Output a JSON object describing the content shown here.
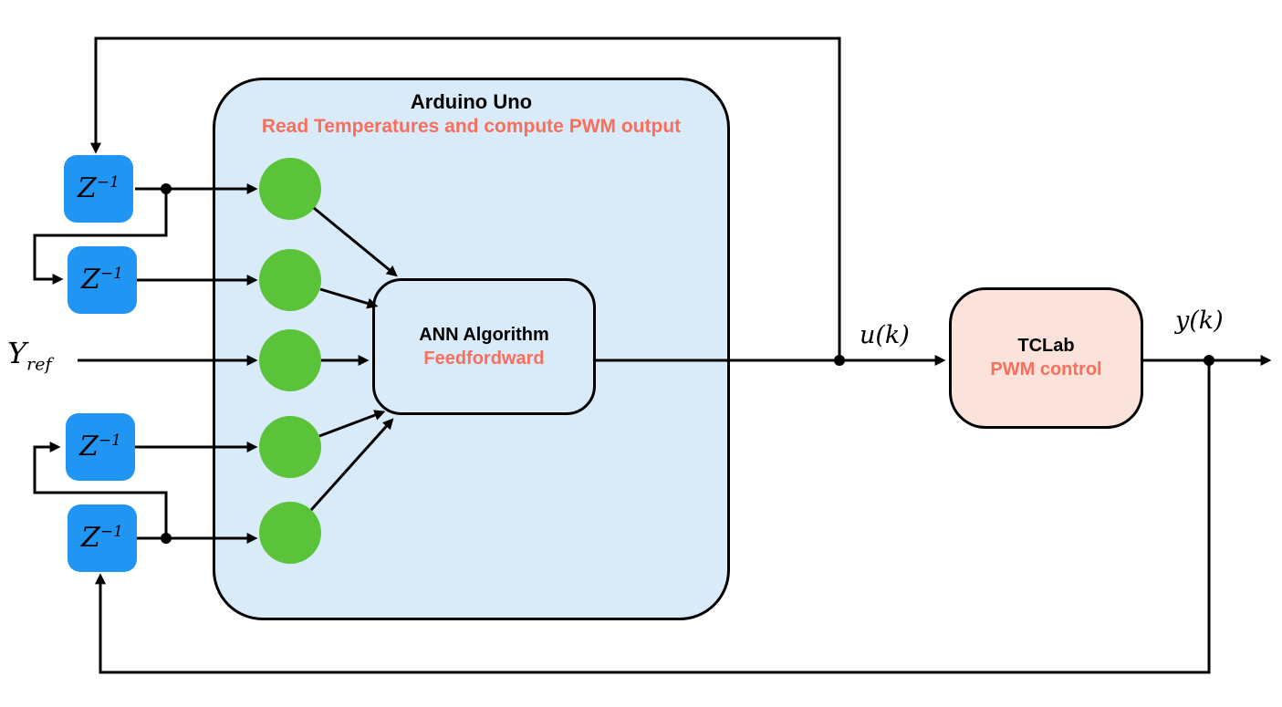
{
  "diagram": {
    "arduino": {
      "title": "Arduino Uno",
      "subtitle": "Read Temperatures and compute PWM output"
    },
    "ann": {
      "title": "ANN Algorithm",
      "subtitle": "Feedfordward"
    },
    "tclab": {
      "title": "TCLab",
      "subtitle": "PWM control"
    },
    "z_block": {
      "base": "Z",
      "exponent": "−1"
    },
    "inputs": {
      "yref_base": "Y",
      "yref_sub": "ref"
    },
    "signals": {
      "u": "u(k)",
      "y": "y(k)"
    },
    "nodes_count": 5,
    "colors": {
      "arduino_fill": "#d9eaf8",
      "node_green": "#5ac339",
      "delay_blue": "#2095f3",
      "tclab_fill": "#fbe2da",
      "accent_red": "#f96f5d",
      "line": "#000000"
    }
  }
}
